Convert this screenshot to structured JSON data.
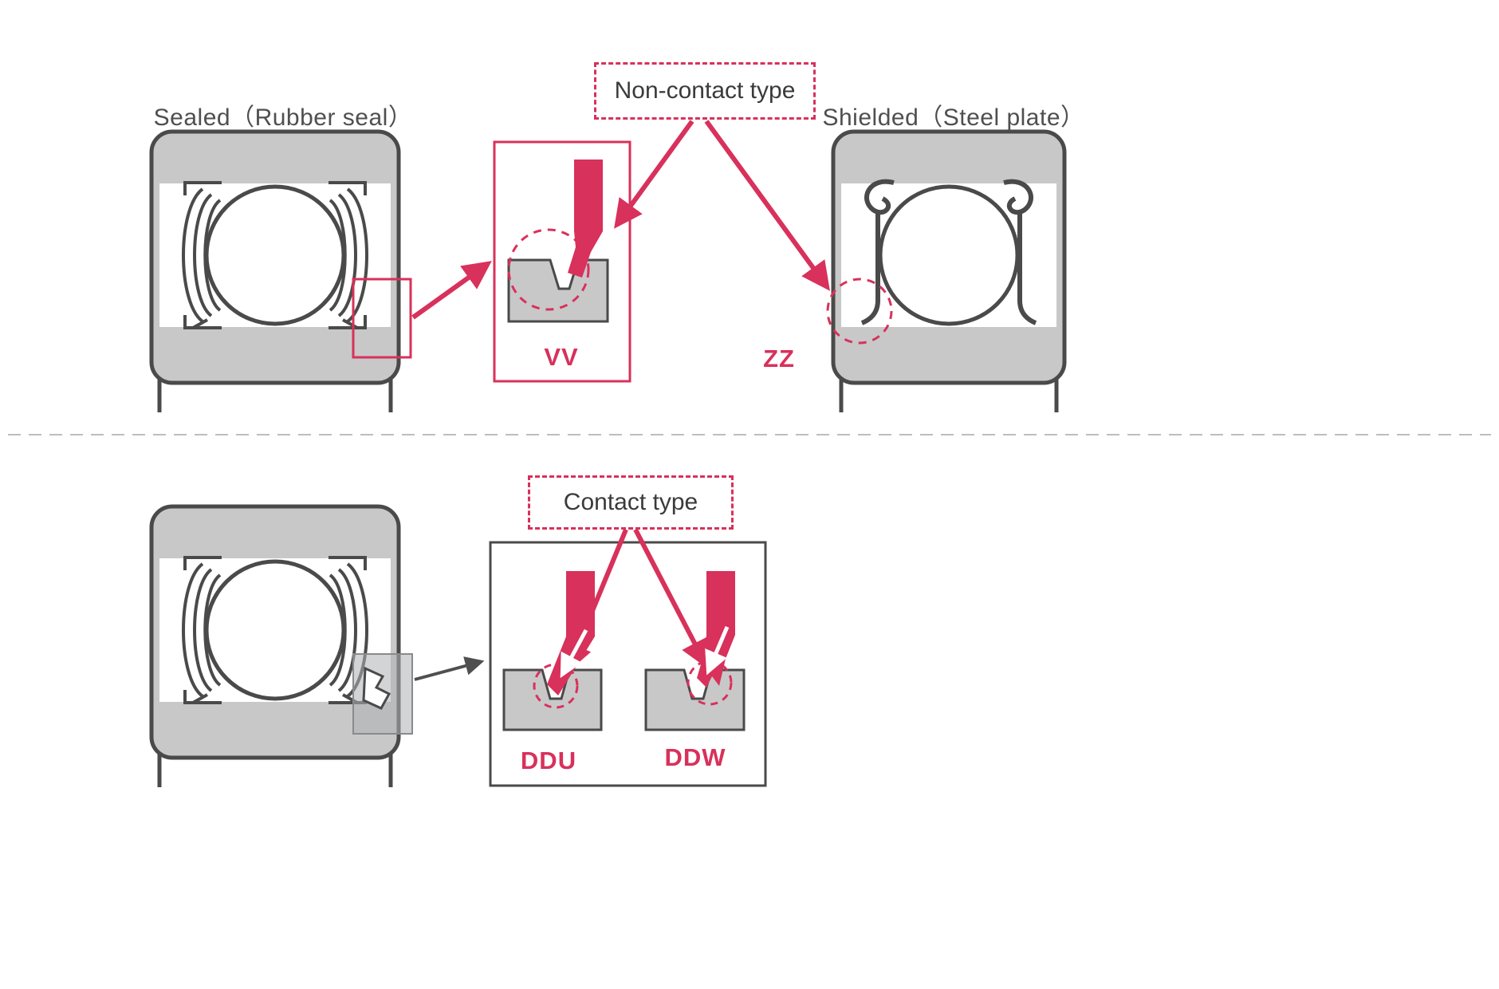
{
  "colors": {
    "accent": "#d8315b",
    "metal_gray": "#c8c8c9",
    "outline": "#4a4a4a",
    "divider": "#bdbdbd"
  },
  "top_section": {
    "sealed_caption": "Sealed（Rubber seal）",
    "shielded_caption": "Shielded（Steel plate）",
    "group_label": "Non-contact type",
    "vv": "VV",
    "zz": "ZZ"
  },
  "bottom_section": {
    "group_label": "Contact type",
    "ddu": "DDU",
    "ddw": "DDW"
  }
}
